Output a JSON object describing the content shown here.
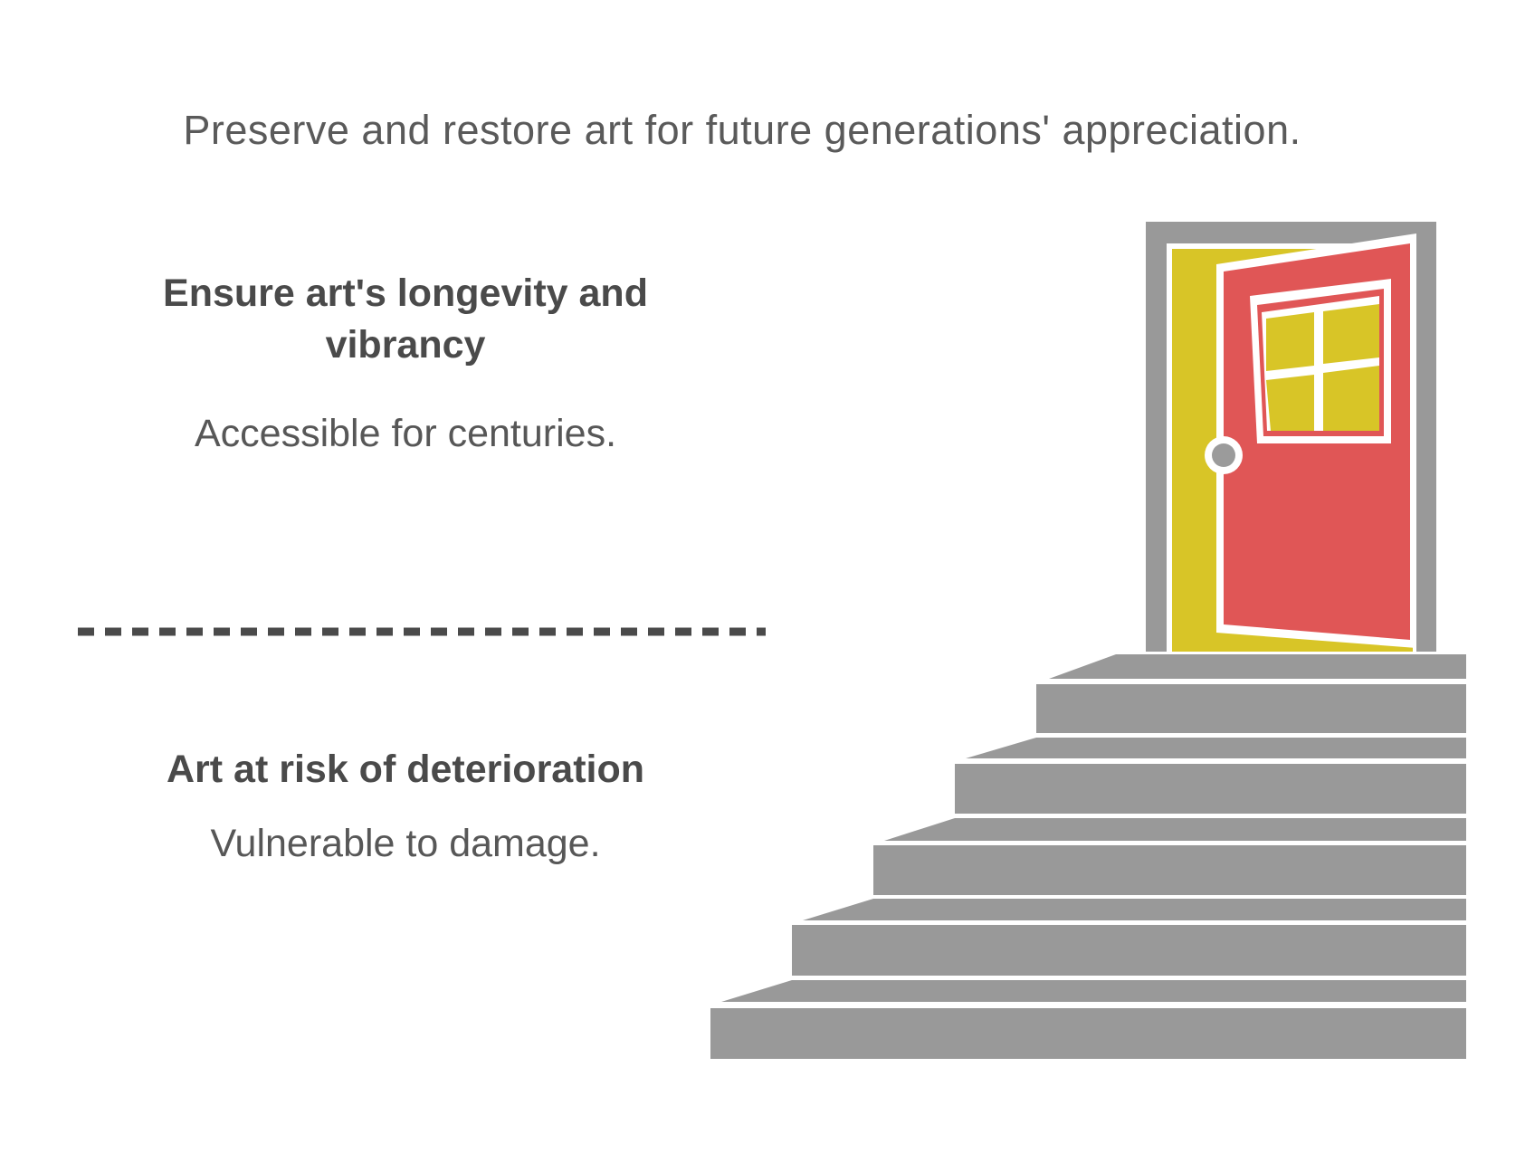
{
  "title": "Preserve and restore art for future generations' appreciation.",
  "sections": {
    "top": {
      "heading": "Ensure art's longevity and vibrancy",
      "subtext": "Accessible for centuries."
    },
    "bottom": {
      "heading": "Art at risk of deterioration",
      "subtext": "Vulnerable to damage."
    }
  },
  "divider": {
    "style": "dashed"
  },
  "illustration": {
    "name": "open-door-at-top-of-stairs",
    "elements": [
      "door-frame",
      "doorway",
      "open-door-panel",
      "door-window-four-panes",
      "door-knob",
      "staircase-five-steps"
    ]
  },
  "colors": {
    "title_text": "#5a5a5a",
    "heading_text": "#4a4a4a",
    "body_text": "#575757",
    "divider": "#4a4a4a",
    "gray": "#999999",
    "knob_gray": "#9b9b9b",
    "yellow": "#d8c527",
    "red": "#e05656",
    "white": "#ffffff"
  }
}
